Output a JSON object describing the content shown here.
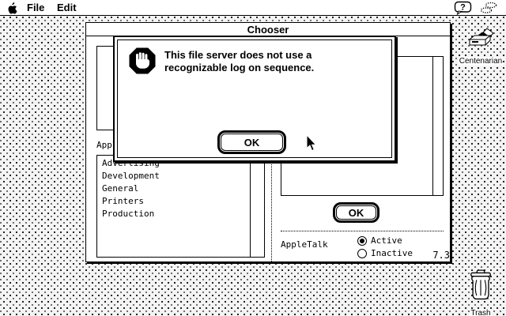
{
  "menu_bar": {
    "menus": [
      {
        "label": "File"
      },
      {
        "label": "Edit"
      }
    ],
    "help_label": "?"
  },
  "desktop": {
    "icons": [
      {
        "label": "Centenarian"
      },
      {
        "label": "Trash"
      }
    ]
  },
  "chooser_window": {
    "title": "Chooser",
    "zones_label": "AppleTalk Zones:",
    "zones": [
      "Advertising",
      "Development",
      "General",
      "Printers",
      "Production"
    ],
    "ok_label": "OK",
    "appletalk": {
      "label": "AppleTalk",
      "options": [
        {
          "label": "Active",
          "selected": true
        },
        {
          "label": "Inactive",
          "selected": false
        }
      ]
    },
    "version": "7.3"
  },
  "alert": {
    "lines": [
      "This file server does not use a",
      "recognizable log on sequence."
    ],
    "ok_label": "OK"
  },
  "colors": {
    "foreground": "#000000",
    "background": "#ffffff"
  }
}
